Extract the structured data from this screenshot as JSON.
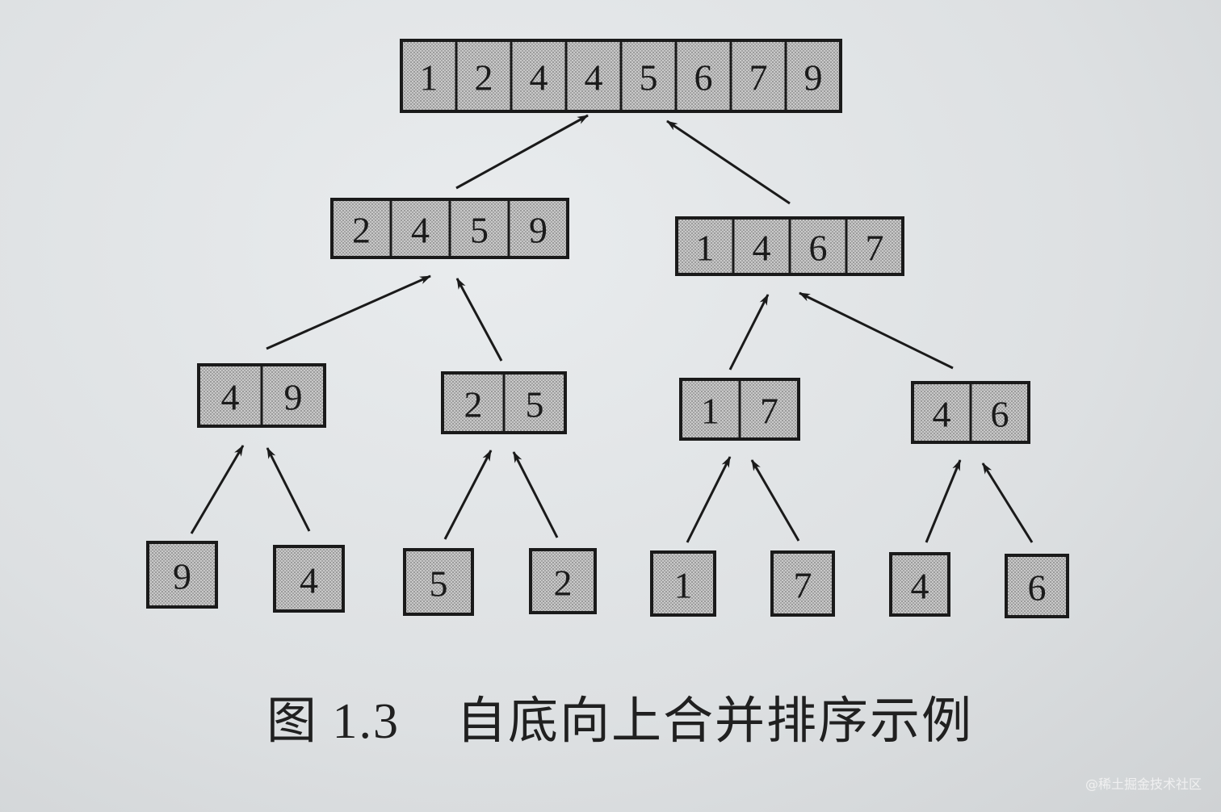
{
  "levels": [
    {
      "arrays": [
        [
          "1",
          "2",
          "4",
          "4",
          "5",
          "6",
          "7",
          "9"
        ]
      ]
    },
    {
      "arrays": [
        [
          "2",
          "4",
          "5",
          "9"
        ],
        [
          "1",
          "4",
          "6",
          "7"
        ]
      ]
    },
    {
      "arrays": [
        [
          "4",
          "9"
        ],
        [
          "2",
          "5"
        ],
        [
          "1",
          "7"
        ],
        [
          "4",
          "6"
        ]
      ]
    },
    {
      "arrays": [
        [
          "9"
        ],
        [
          "4"
        ],
        [
          "5"
        ],
        [
          "2"
        ],
        [
          "1"
        ],
        [
          "7"
        ],
        [
          "4"
        ],
        [
          "6"
        ]
      ]
    }
  ],
  "caption": {
    "figure_number": "图 1.3",
    "title": "自底向上合并排序示例"
  },
  "watermark": "@稀土掘金技术社区",
  "colors": {
    "cell_fill": "#bdbdbd",
    "cell_stroke": "#1a1a1a",
    "arrow": "#1a1a1a"
  }
}
